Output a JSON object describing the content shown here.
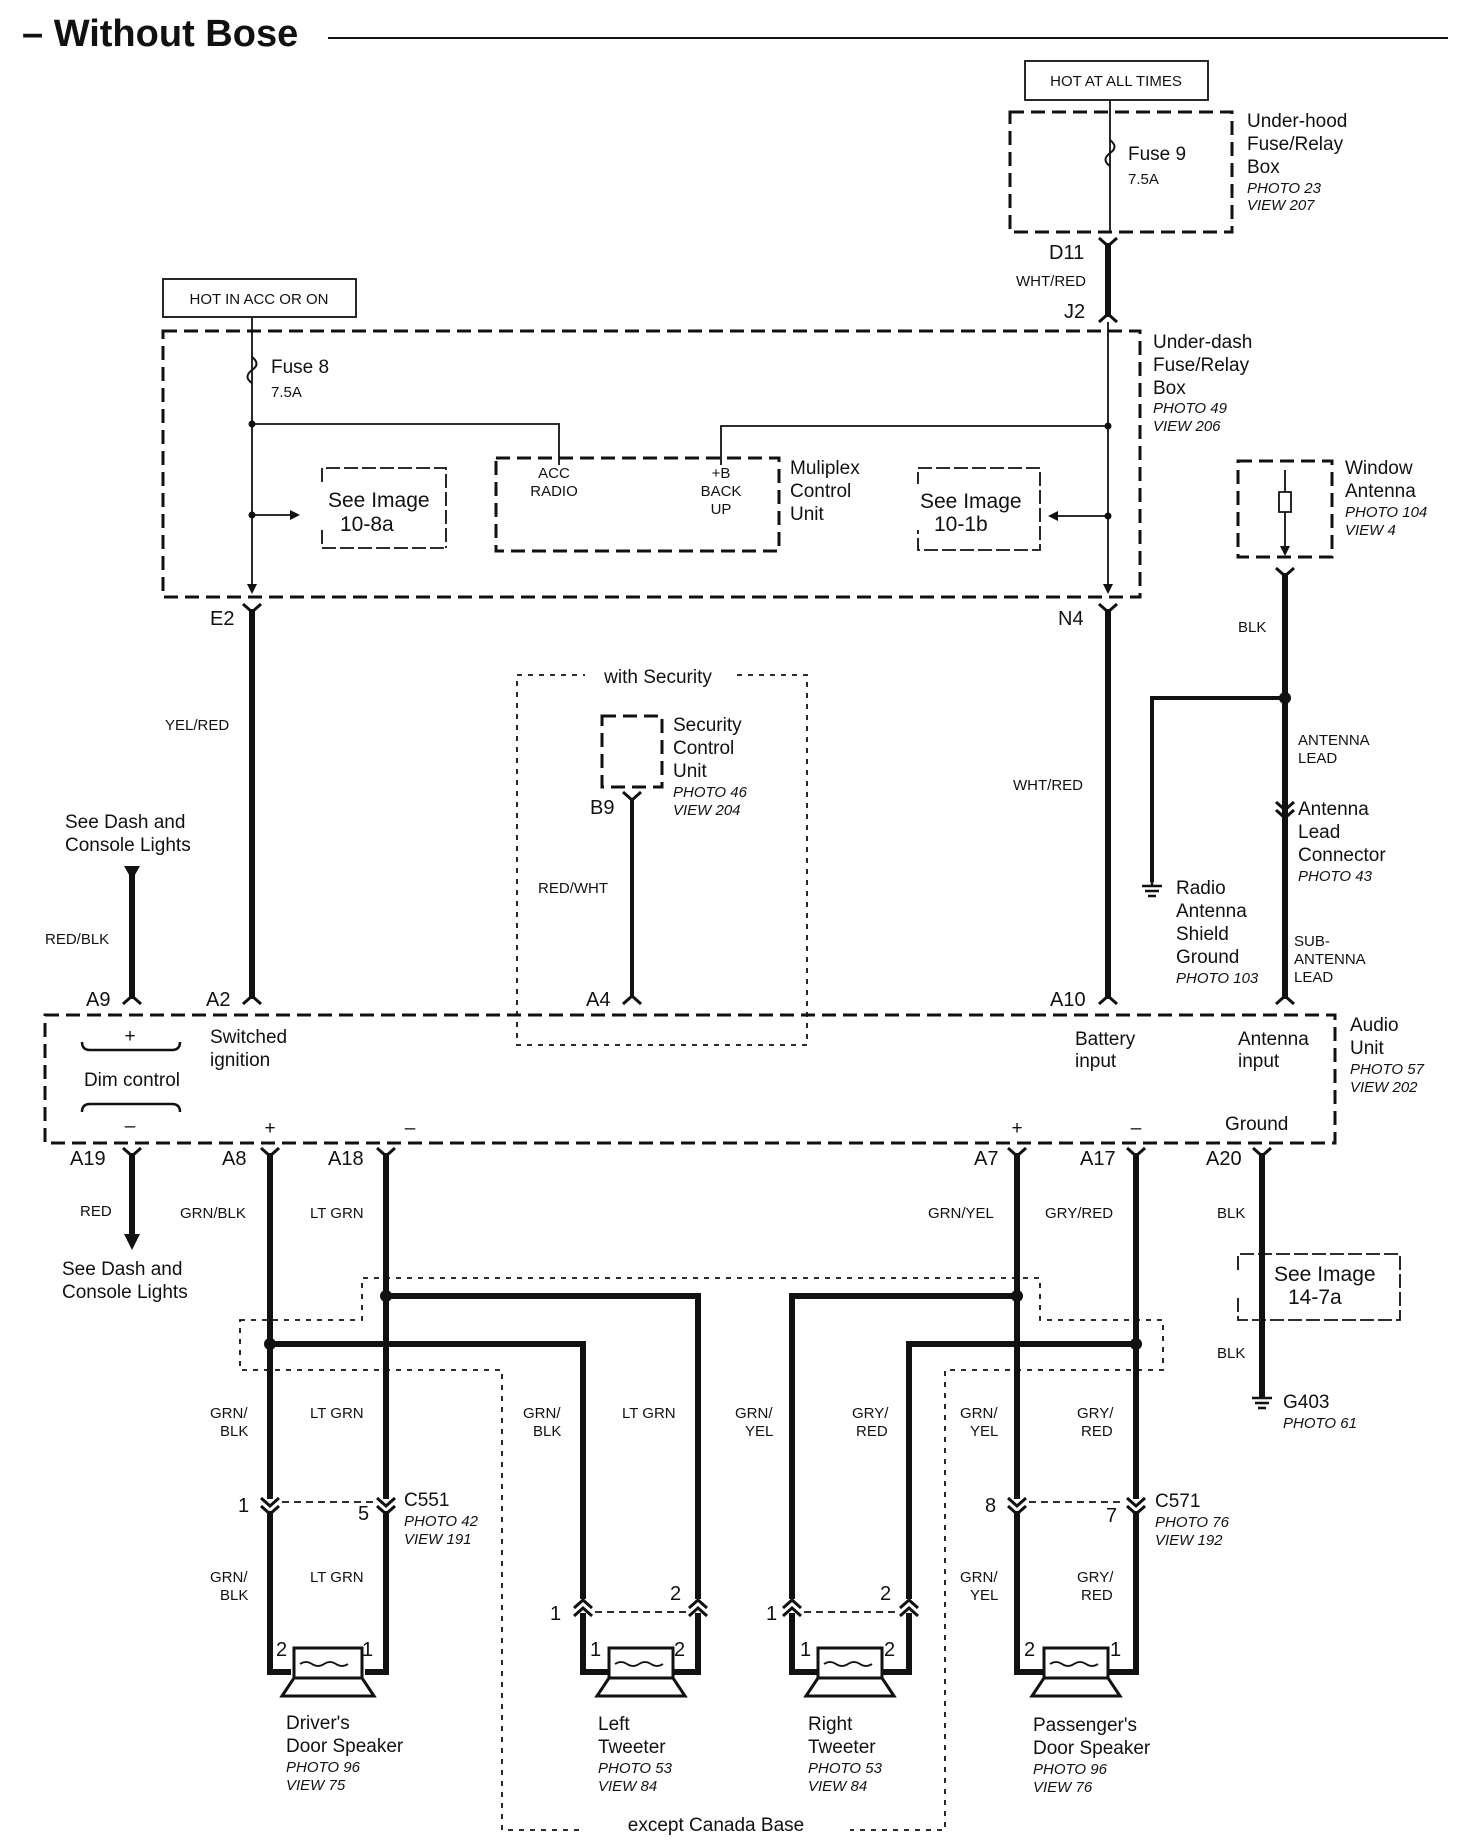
{
  "title": "– Without Bose",
  "hot_at_all_times": "HOT AT ALL TIMES",
  "hot_in_acc": "HOT IN ACC OR ON",
  "underhood": {
    "line1": "Under-hood",
    "line2": "Fuse/Relay",
    "line3": "Box",
    "photo": "PHOTO 23",
    "view": "VIEW 207"
  },
  "fuse9": {
    "name": "Fuse 9",
    "rating": "7.5A"
  },
  "underdash": {
    "line1": "Under-dash",
    "line2": "Fuse/Relay",
    "line3": "Box",
    "photo": "PHOTO 49",
    "view": "VIEW 206"
  },
  "fuse8": {
    "name": "Fuse 8",
    "rating": "7.5A"
  },
  "mcu": {
    "acc1": "ACC",
    "acc2": "RADIO",
    "b1": "+B",
    "b2": "BACK",
    "b3": "UP",
    "line1": "Muliplex",
    "line2": "Control",
    "line3": "Unit"
  },
  "see_10_8a": {
    "line1": "See Image",
    "line2": "10-8a"
  },
  "see_10_1b": {
    "line1": "See Image",
    "line2": "10-1b"
  },
  "see_14_7a": {
    "line1": "See Image",
    "line2": "14-7a"
  },
  "window_antenna": {
    "line1": "Window",
    "line2": "Antenna",
    "photo": "PHOTO 104",
    "view": "VIEW 4"
  },
  "security": {
    "region": "with Security",
    "line1": "Security",
    "line2": "Control",
    "line3": "Unit",
    "photo": "PHOTO 46",
    "view": "VIEW 204"
  },
  "antenna_lead": {
    "w1": "ANTENNA",
    "w2": "LEAD"
  },
  "antenna_connector": {
    "line1": "Antenna",
    "line2": "Lead",
    "line3": "Connector",
    "photo": "PHOTO 43"
  },
  "shield_ground": {
    "line1": "Radio",
    "line2": "Antenna",
    "line3": "Shield",
    "line4": "Ground",
    "photo": "PHOTO 103"
  },
  "sub_antenna": {
    "w1": "SUB-",
    "w2": "ANTENNA",
    "w3": "LEAD"
  },
  "dash_lights_top": {
    "line1": "See Dash and",
    "line2": "Console Lights"
  },
  "dash_lights_bottom": {
    "line1": "See Dash and",
    "line2": "Console Lights"
  },
  "audio_unit": {
    "line1": "Audio",
    "line2": "Unit",
    "photo": "PHOTO 57",
    "view": "VIEW 202",
    "switched1": "Switched",
    "switched2": "ignition",
    "battery1": "Battery",
    "battery2": "input",
    "antenna1": "Antenna",
    "antenna2": "input",
    "ground": "Ground",
    "dim": "Dim control",
    "plus": "+",
    "minus": "–"
  },
  "pins": {
    "D11": "D11",
    "J2": "J2",
    "E2": "E2",
    "N4": "N4",
    "B9": "B9",
    "A9": "A9",
    "A2": "A2",
    "A4": "A4",
    "A10": "A10",
    "A19": "A19",
    "A8": "A8",
    "A18": "A18",
    "A7": "A7",
    "A17": "A17",
    "A20": "A20"
  },
  "wires": {
    "wht_red": "WHT/RED",
    "yel_red": "YEL/RED",
    "red_wht": "RED/WHT",
    "red_blk": "RED/BLK",
    "blk": "BLK",
    "red": "RED",
    "grn_blk": "GRN/BLK",
    "lt_grn": "LT GRN",
    "grn_yel": "GRN/YEL",
    "gry_red": "GRY/RED",
    "grn_": "GRN/",
    "blk_s": "BLK",
    "yel_s": "YEL",
    "gry_": "GRY/",
    "red_s": "RED"
  },
  "c551": {
    "name": "C551",
    "photo": "PHOTO 42",
    "view": "VIEW 191",
    "p1": "1",
    "p5": "5"
  },
  "c571": {
    "name": "C571",
    "photo": "PHOTO 76",
    "view": "VIEW 192",
    "p8": "8",
    "p7": "7"
  },
  "g403": {
    "name": "G403",
    "photo": "PHOTO 61"
  },
  "pin_1": "1",
  "pin_2": "2",
  "except_canada": "except Canada Base",
  "speakers": {
    "driver": {
      "line1": "Driver's",
      "line2": "Door Speaker",
      "photo": "PHOTO 96",
      "view": "VIEW 75"
    },
    "left": {
      "line1": "Left",
      "line2": "Tweeter",
      "photo": "PHOTO 53",
      "view": "VIEW 84"
    },
    "right": {
      "line1": "Right",
      "line2": "Tweeter",
      "photo": "PHOTO 53",
      "view": "VIEW 84"
    },
    "passenger": {
      "line1": "Passenger's",
      "line2": "Door Speaker",
      "photo": "PHOTO 96",
      "view": "VIEW 76"
    }
  }
}
